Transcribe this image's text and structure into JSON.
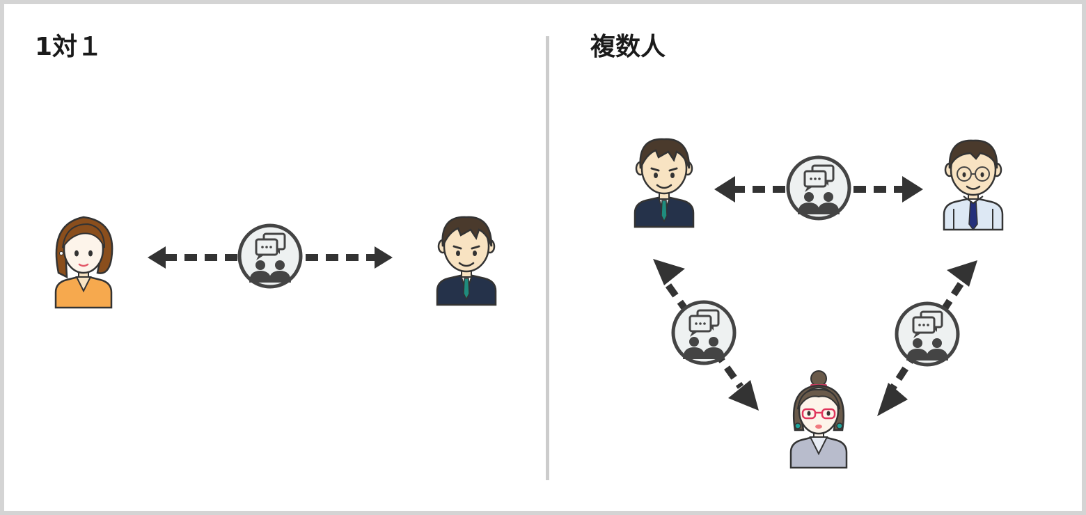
{
  "panels": {
    "left": {
      "title": "1対１"
    },
    "right": {
      "title": "複数人"
    }
  },
  "icons": {
    "chat_node": "group-chat-icon",
    "arrow": "dashed-double-arrow"
  },
  "colors": {
    "arrow": "#333333",
    "node_fill": "#eef1f1",
    "node_stroke": "#444444",
    "divider": "#cccccc",
    "frame": "#d4d4d4"
  }
}
